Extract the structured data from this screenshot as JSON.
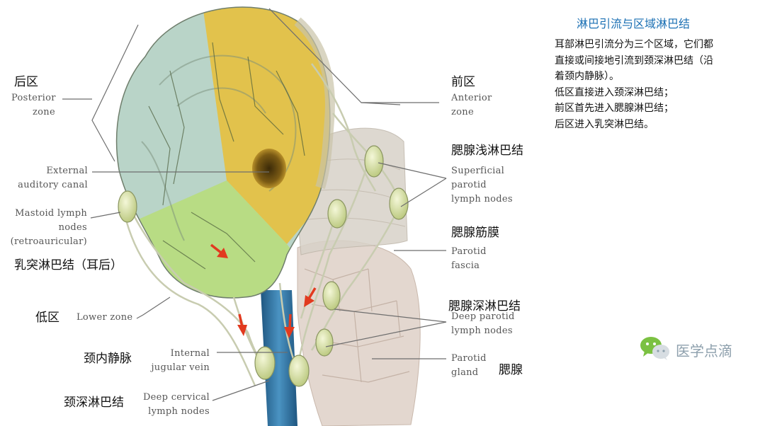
{
  "labels_left": {
    "posterior_cn": "后区",
    "posterior_en_1": "Posterior",
    "posterior_en_2": "zone",
    "ext_canal_en_1": "External",
    "ext_canal_en_2": "auditory canal",
    "mastoid_en_1": "Mastoid lymph",
    "mastoid_en_2": "nodes",
    "mastoid_en_3": "(retroauricular)",
    "mastoid_cn": "乳突淋巴结（耳后）",
    "lower_cn": "低区",
    "lower_en": "Lower zone",
    "jugular_cn": "颈内静脉",
    "jugular_en_1": "Internal",
    "jugular_en_2": "jugular vein",
    "deep_cervical_cn": "颈深淋巴结",
    "deep_cervical_en_1": "Deep cervical",
    "deep_cervical_en_2": "lymph nodes"
  },
  "labels_right": {
    "anterior_cn": "前区",
    "anterior_en_1": "Anterior",
    "anterior_en_2": "zone",
    "sup_parotid_cn": "腮腺浅淋巴结",
    "sup_parotid_en_1": "Superficial",
    "sup_parotid_en_2": "parotid",
    "sup_parotid_en_3": "lymph nodes",
    "fascia_cn": "腮腺筋膜",
    "fascia_en_1": "Parotid",
    "fascia_en_2": "fascia",
    "deep_parotid_cn": "腮腺深淋巴结",
    "deep_parotid_en_1": "Deep parotid",
    "deep_parotid_en_2": "lymph nodes",
    "gland_en_1": "Parotid",
    "gland_en_2": "gland",
    "gland_cn": "腮腺"
  },
  "info": {
    "title": "淋巴引流与区域淋巴结",
    "lines": [
      "耳部淋巴引流分为三个区域，它们都",
      "直接或间接地引流到颈深淋巴结（沿",
      "着颈内静脉）。",
      "低区直接进入颈深淋巴结；",
      "前区首先进入腮腺淋巴结；",
      "后区进入乳突淋巴结。"
    ]
  },
  "watermark": {
    "text": "医学点滴",
    "icon": "wechat-icon"
  },
  "colors": {
    "posterior_zone": "#b9d4c8",
    "anterior_zone": "#e2c24c",
    "lower_zone": "#b8dc84",
    "parotid_gland": "#e3d7cf",
    "jugular_vein": "#2e6f9a",
    "lymph_node": "#dfe7b0",
    "arrow": "#e23a1f",
    "info_title": "#1a6fb3"
  }
}
